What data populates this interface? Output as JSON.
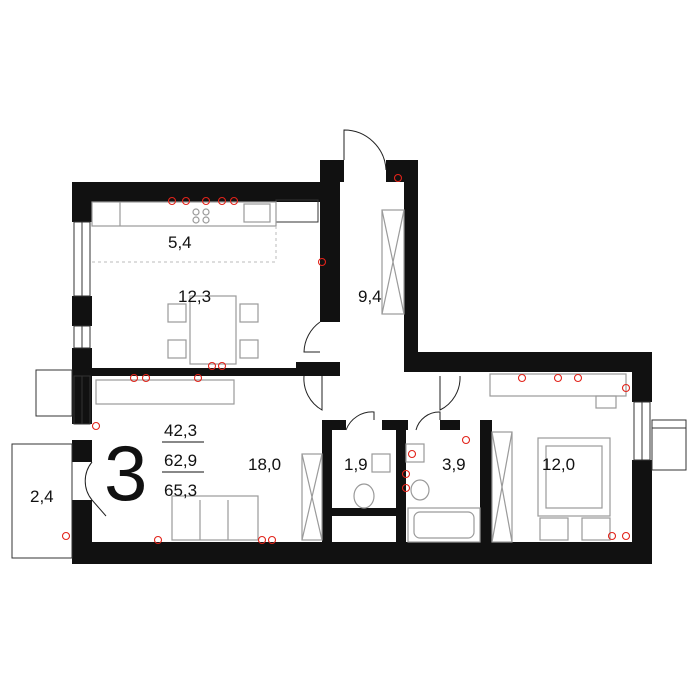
{
  "plan": {
    "rooms_count": "3",
    "areas": {
      "living": "42,3",
      "total": "62,9",
      "total_with_balcony": "65,3"
    },
    "rooms": {
      "kitchen": "5,4",
      "dining": "12,3",
      "hall": "9,4",
      "living_room": "18,0",
      "wc": "1,9",
      "bathroom": "3,9",
      "bedroom": "12,0",
      "balcony": "2,4"
    }
  },
  "colors": {
    "wall": "#111111",
    "socket": "#e2231a",
    "furniture": "#9a9a9a",
    "background": "#ffffff"
  }
}
